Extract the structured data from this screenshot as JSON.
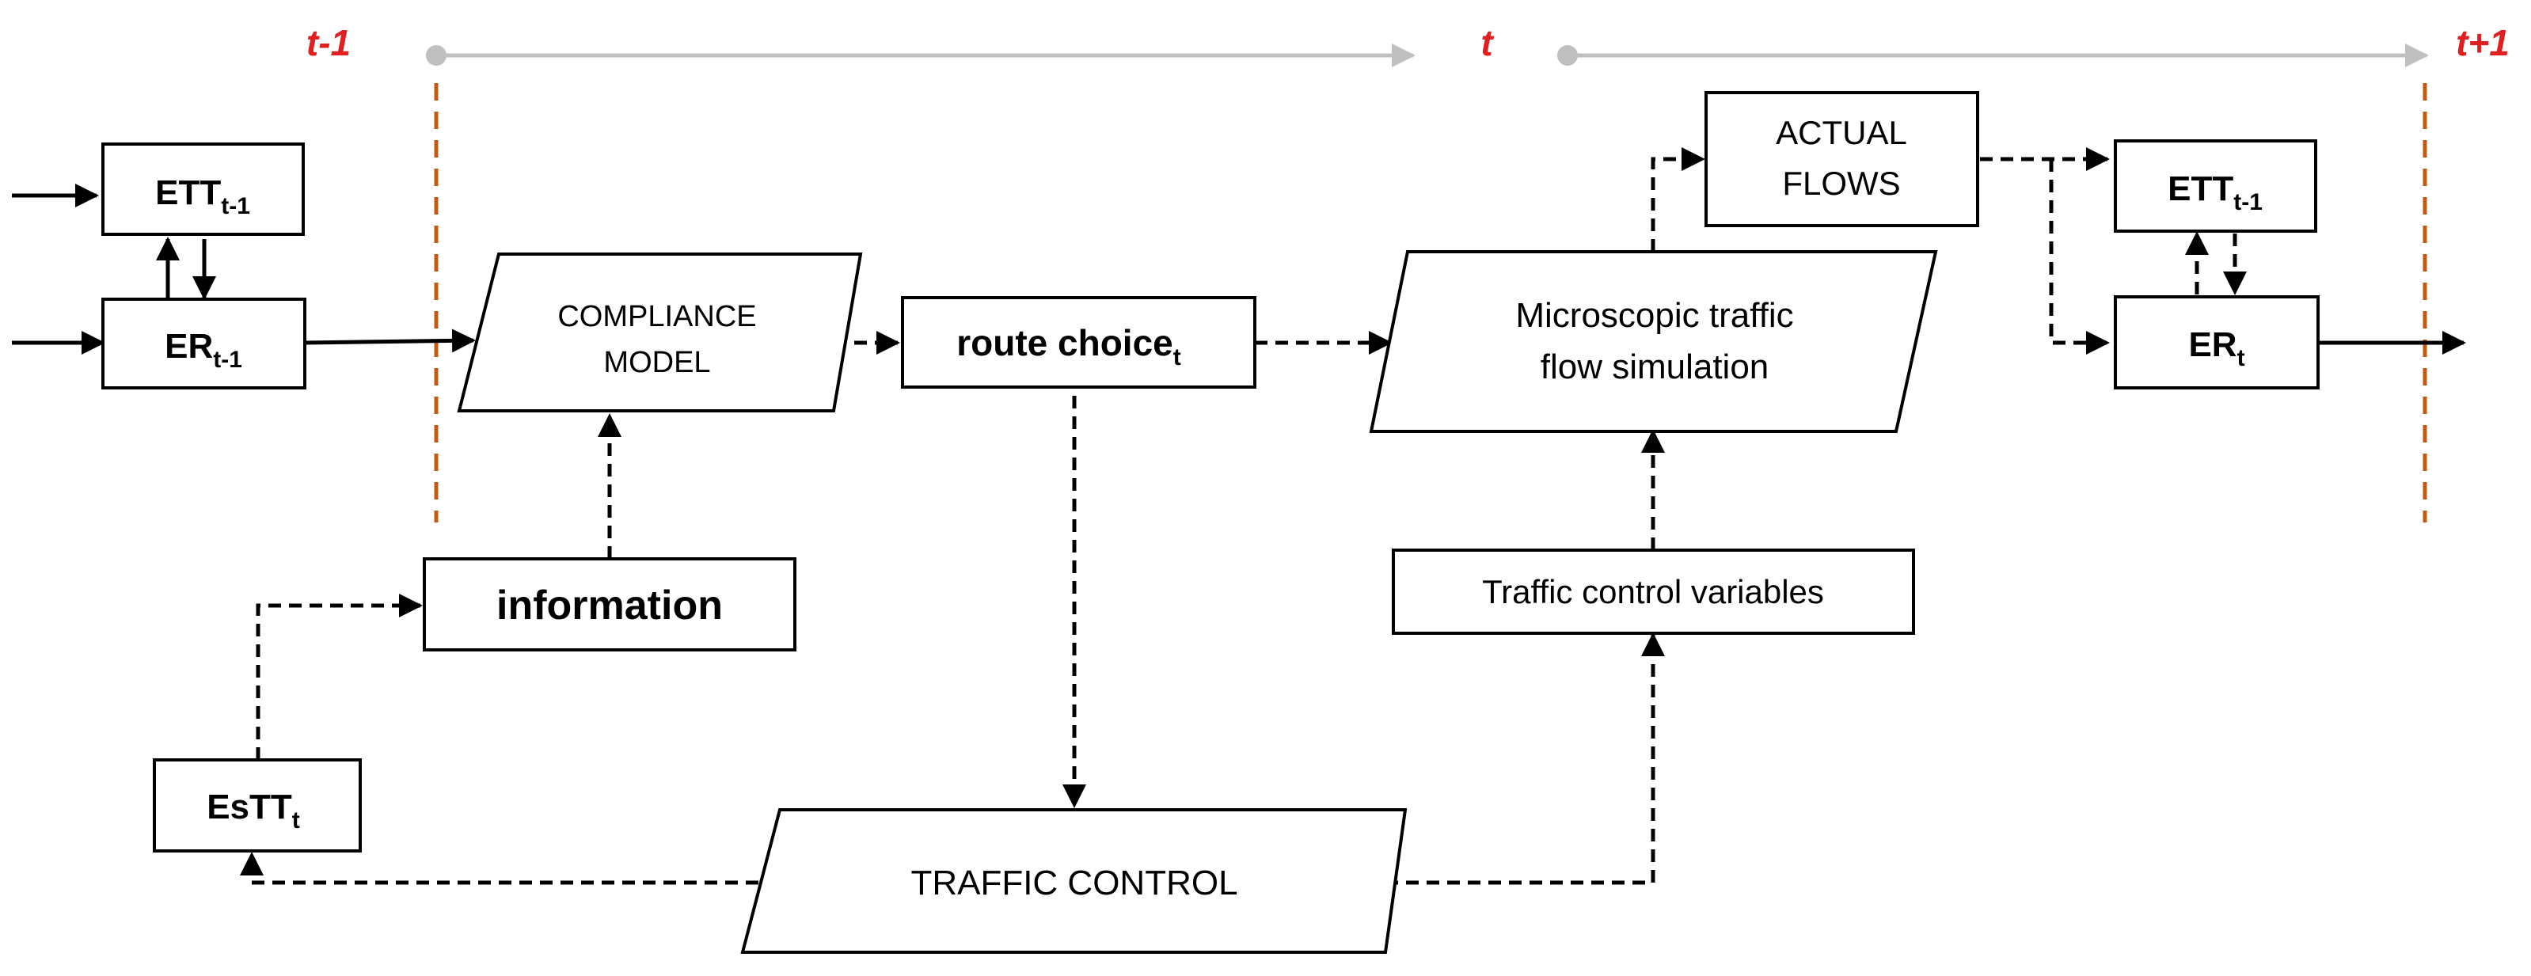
{
  "time_markers": {
    "t_minus_1": "t-1",
    "t": "t",
    "t_plus_1": "t+1"
  },
  "nodes": {
    "ett_prev": {
      "main": "ETT",
      "sub": "t-1"
    },
    "er_prev": {
      "main": "ER",
      "sub": "t-1"
    },
    "compliance_model": {
      "line1": "COMPLIANCE",
      "line2": "MODEL"
    },
    "route_choice": {
      "main": "route choice",
      "sub": "t"
    },
    "information": {
      "label": "information"
    },
    "estt": {
      "main": "EsTT",
      "sub": "t"
    },
    "traffic_control": {
      "label": "TRAFFIC CONTROL"
    },
    "micro_sim": {
      "line1": "Microscopic traffic",
      "line2": "flow simulation"
    },
    "traffic_control_variables": {
      "label": "Traffic control variables"
    },
    "actual_flows": {
      "line1": "ACTUAL",
      "line2": "FLOWS"
    },
    "ett_next": {
      "main": "ETT",
      "sub": "t-1"
    },
    "er_next": {
      "main": "ER",
      "sub": "t"
    }
  },
  "colors": {
    "time_label": "#e02020",
    "time_separator": "#c55a11",
    "timeline": "#bfbfbf",
    "box_stroke": "#000000"
  }
}
